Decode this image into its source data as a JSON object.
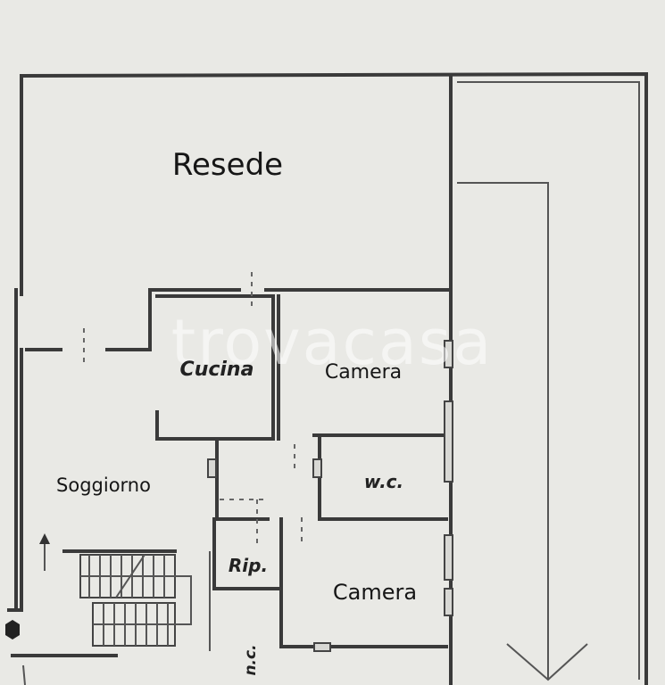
{
  "rooms": {
    "resede": "Resede",
    "cucina": "Cucina",
    "camera_top": "Camera",
    "soggiorno": "Soggiorno",
    "wc": "w.c.",
    "rip": "Rip.",
    "camera_bottom": "Camera"
  },
  "annotations": {
    "nc": "n.c."
  },
  "watermark": "trovacasa"
}
